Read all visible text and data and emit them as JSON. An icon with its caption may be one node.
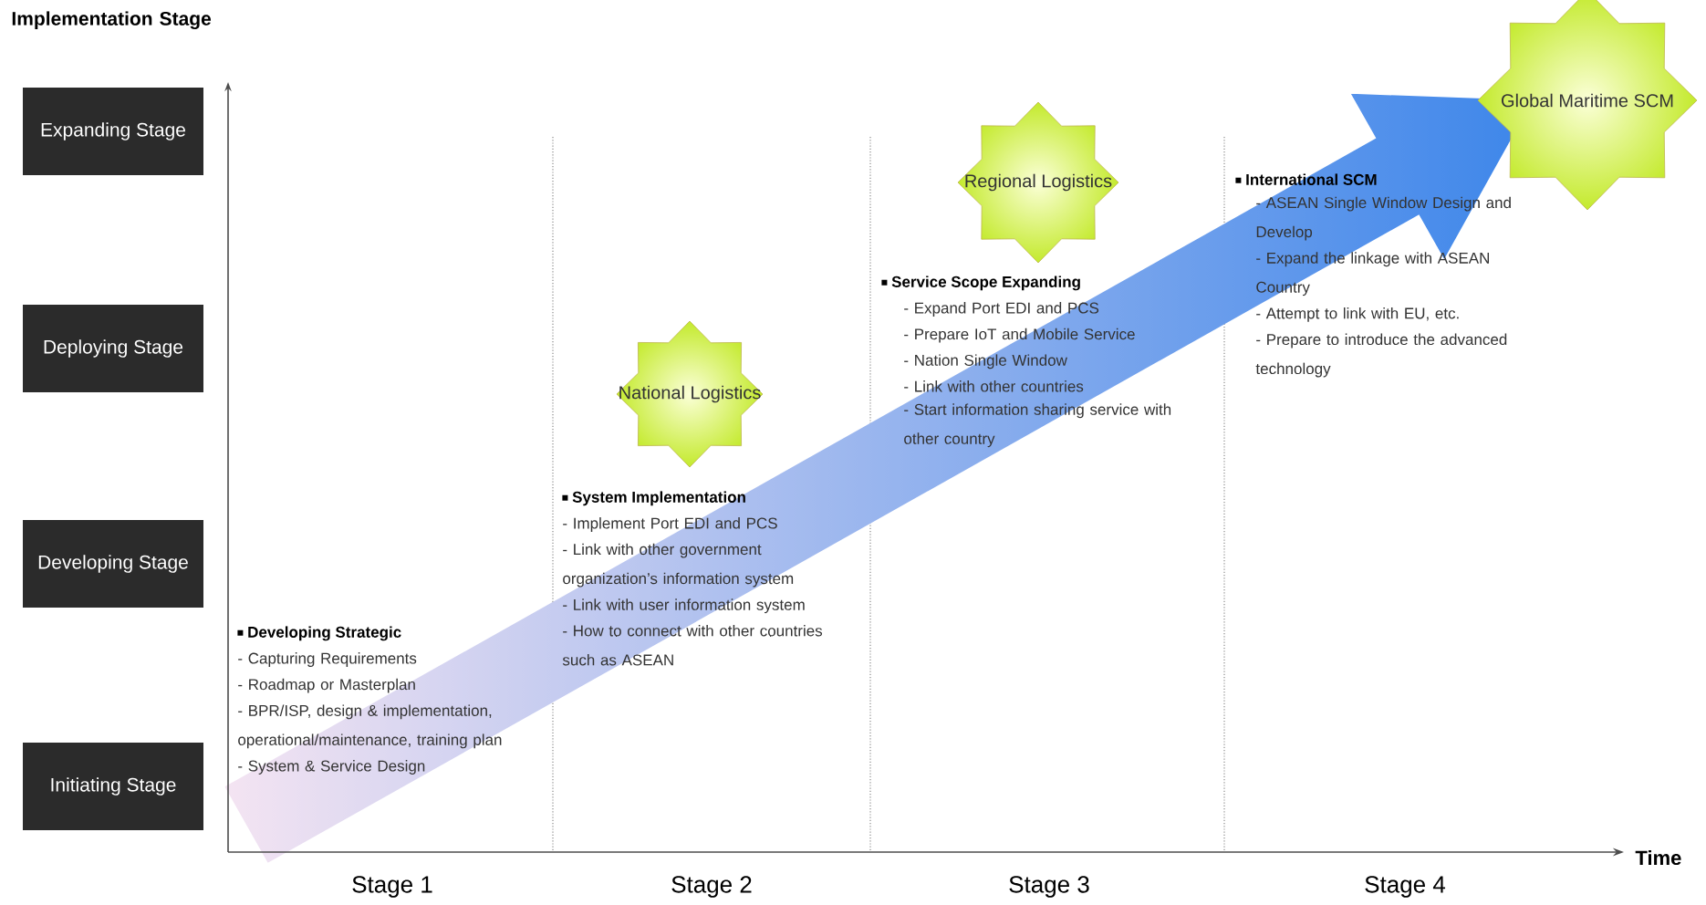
{
  "diagram": {
    "nodes": [
      {
        "text": [
          "Expanding Stage"
        ]
      },
      {
        "text": [
          "Deploying Stage"
        ]
      },
      {
        "text": [
          "Developing Stage"
        ]
      },
      {
        "text": [
          "Initiating Stage"
        ]
      },
      {
        "text": [
          "National Logistics"
        ]
      },
      {
        "text": [
          "Regional Logistics"
        ]
      },
      {
        "text": [
          "Global Maritime SCM"
        ]
      }
    ],
    "labels": [
      "Implementation Stage",
      "Time",
      "Stage 1",
      "Stage 2",
      "Stage 3",
      "Stage 4",
      "Developing Strategic",
      "- Capturing Requirements",
      "- Roadmap or Masterplan",
      "- BPR/ISP, design & implementation, operational/maintenance, training plan",
      "-  System & Service Design",
      "System Implementation",
      "- Implement  Port EDI and PCS",
      "- Link with other government organization’s information system",
      "- Link with user information system",
      "- How to connect with other countries such as ASEAN",
      "Service Scope Expanding",
      "- Expand Port EDI and PCS",
      "- Prepare IoT and Mobile Service",
      "- Nation Single Window",
      "- Link with other countries",
      "- Start information sharing service with other country",
      "International SCM",
      "- ASEAN Single Window Design and Develop",
      "- Expand the linkage with ASEAN Country",
      "- Attempt to link with EU, etc.",
      "- Prepare to introduce the advanced technology"
    ]
  }
}
